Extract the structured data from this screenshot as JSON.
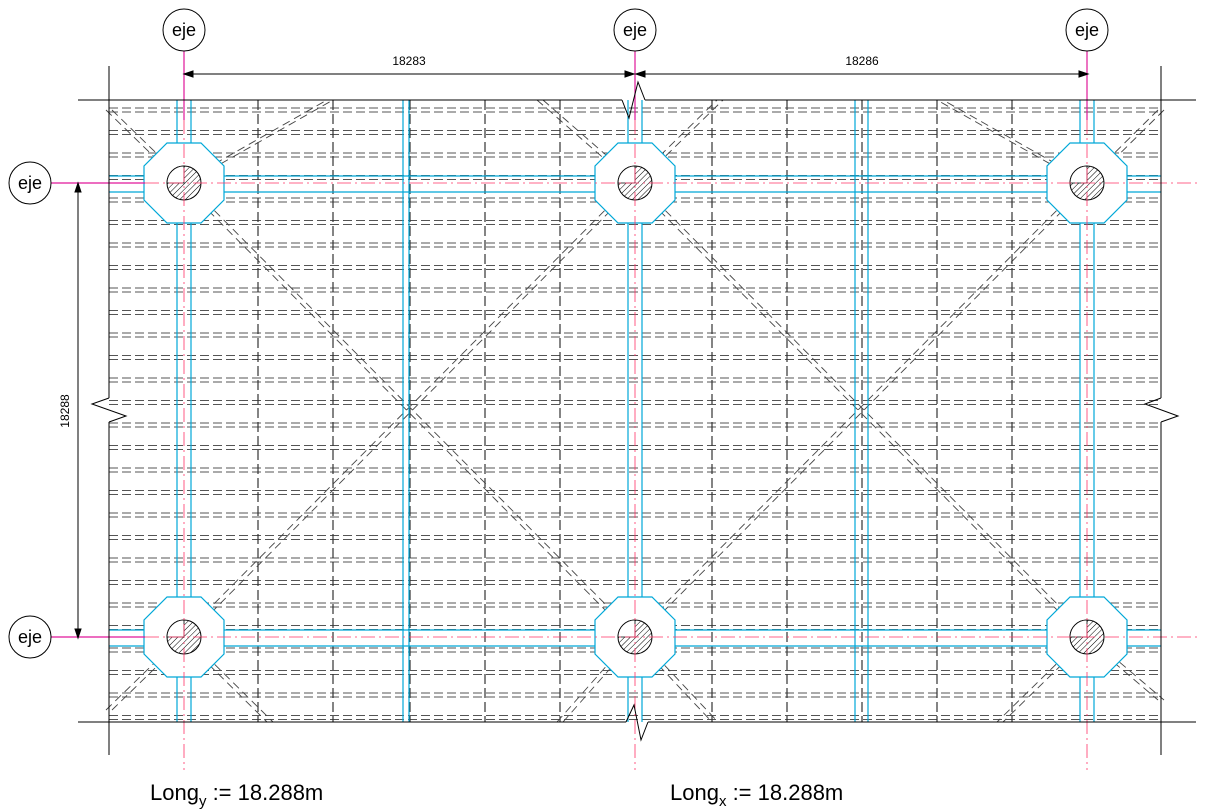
{
  "axis_label": "eje",
  "dimensions": {
    "span_x_left": "18283",
    "span_x_right": "18286",
    "span_y": "18288"
  },
  "formulas": {
    "long_y": {
      "base": "Long",
      "sub": "y",
      "rest": " := 18.288m"
    },
    "long_x": {
      "base": "Long",
      "sub": "x",
      "rest": " := 18.288m"
    }
  },
  "colors": {
    "beam": "#00a8d8",
    "axis_line": "#ff3366",
    "axis_marker": "#e0169a",
    "line": "#000000",
    "joist": "#555555"
  }
}
